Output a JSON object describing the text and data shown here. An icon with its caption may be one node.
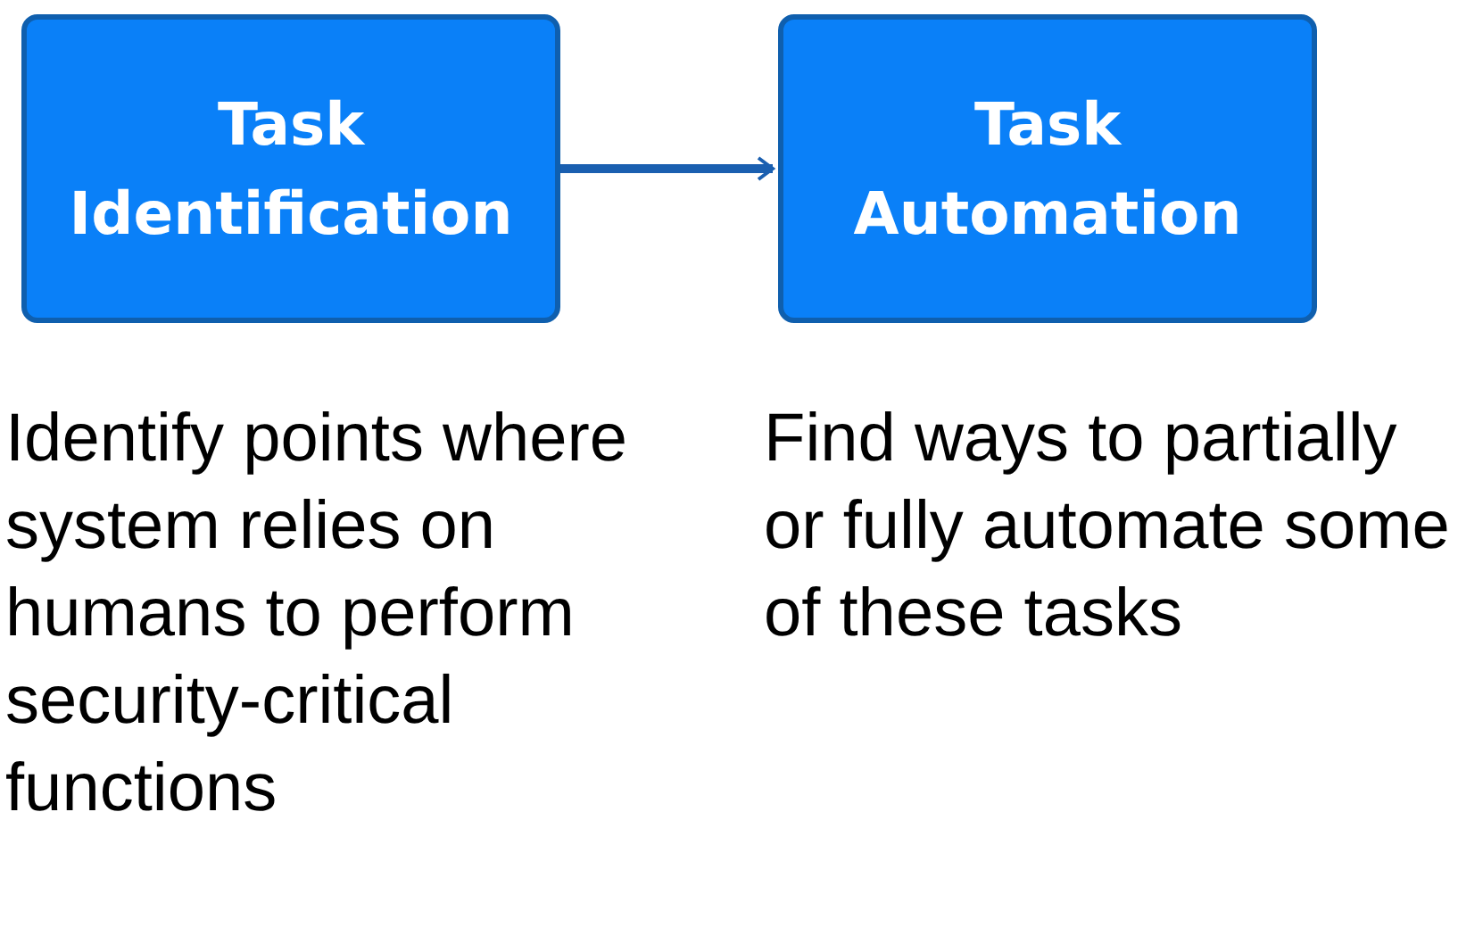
{
  "diagram": {
    "nodes": [
      {
        "text": [
          "Task Identification"
        ],
        "beside": [
          "Identify points where system relies on humans to perform security-critical functions"
        ]
      },
      {
        "text": [
          "Task Automation"
        ],
        "beside": [
          "Find ways to partially or fully automate some of these tasks"
        ]
      }
    ],
    "edges": [
      {
        "from": 0,
        "to": 1,
        "arrow": "to"
      }
    ]
  }
}
